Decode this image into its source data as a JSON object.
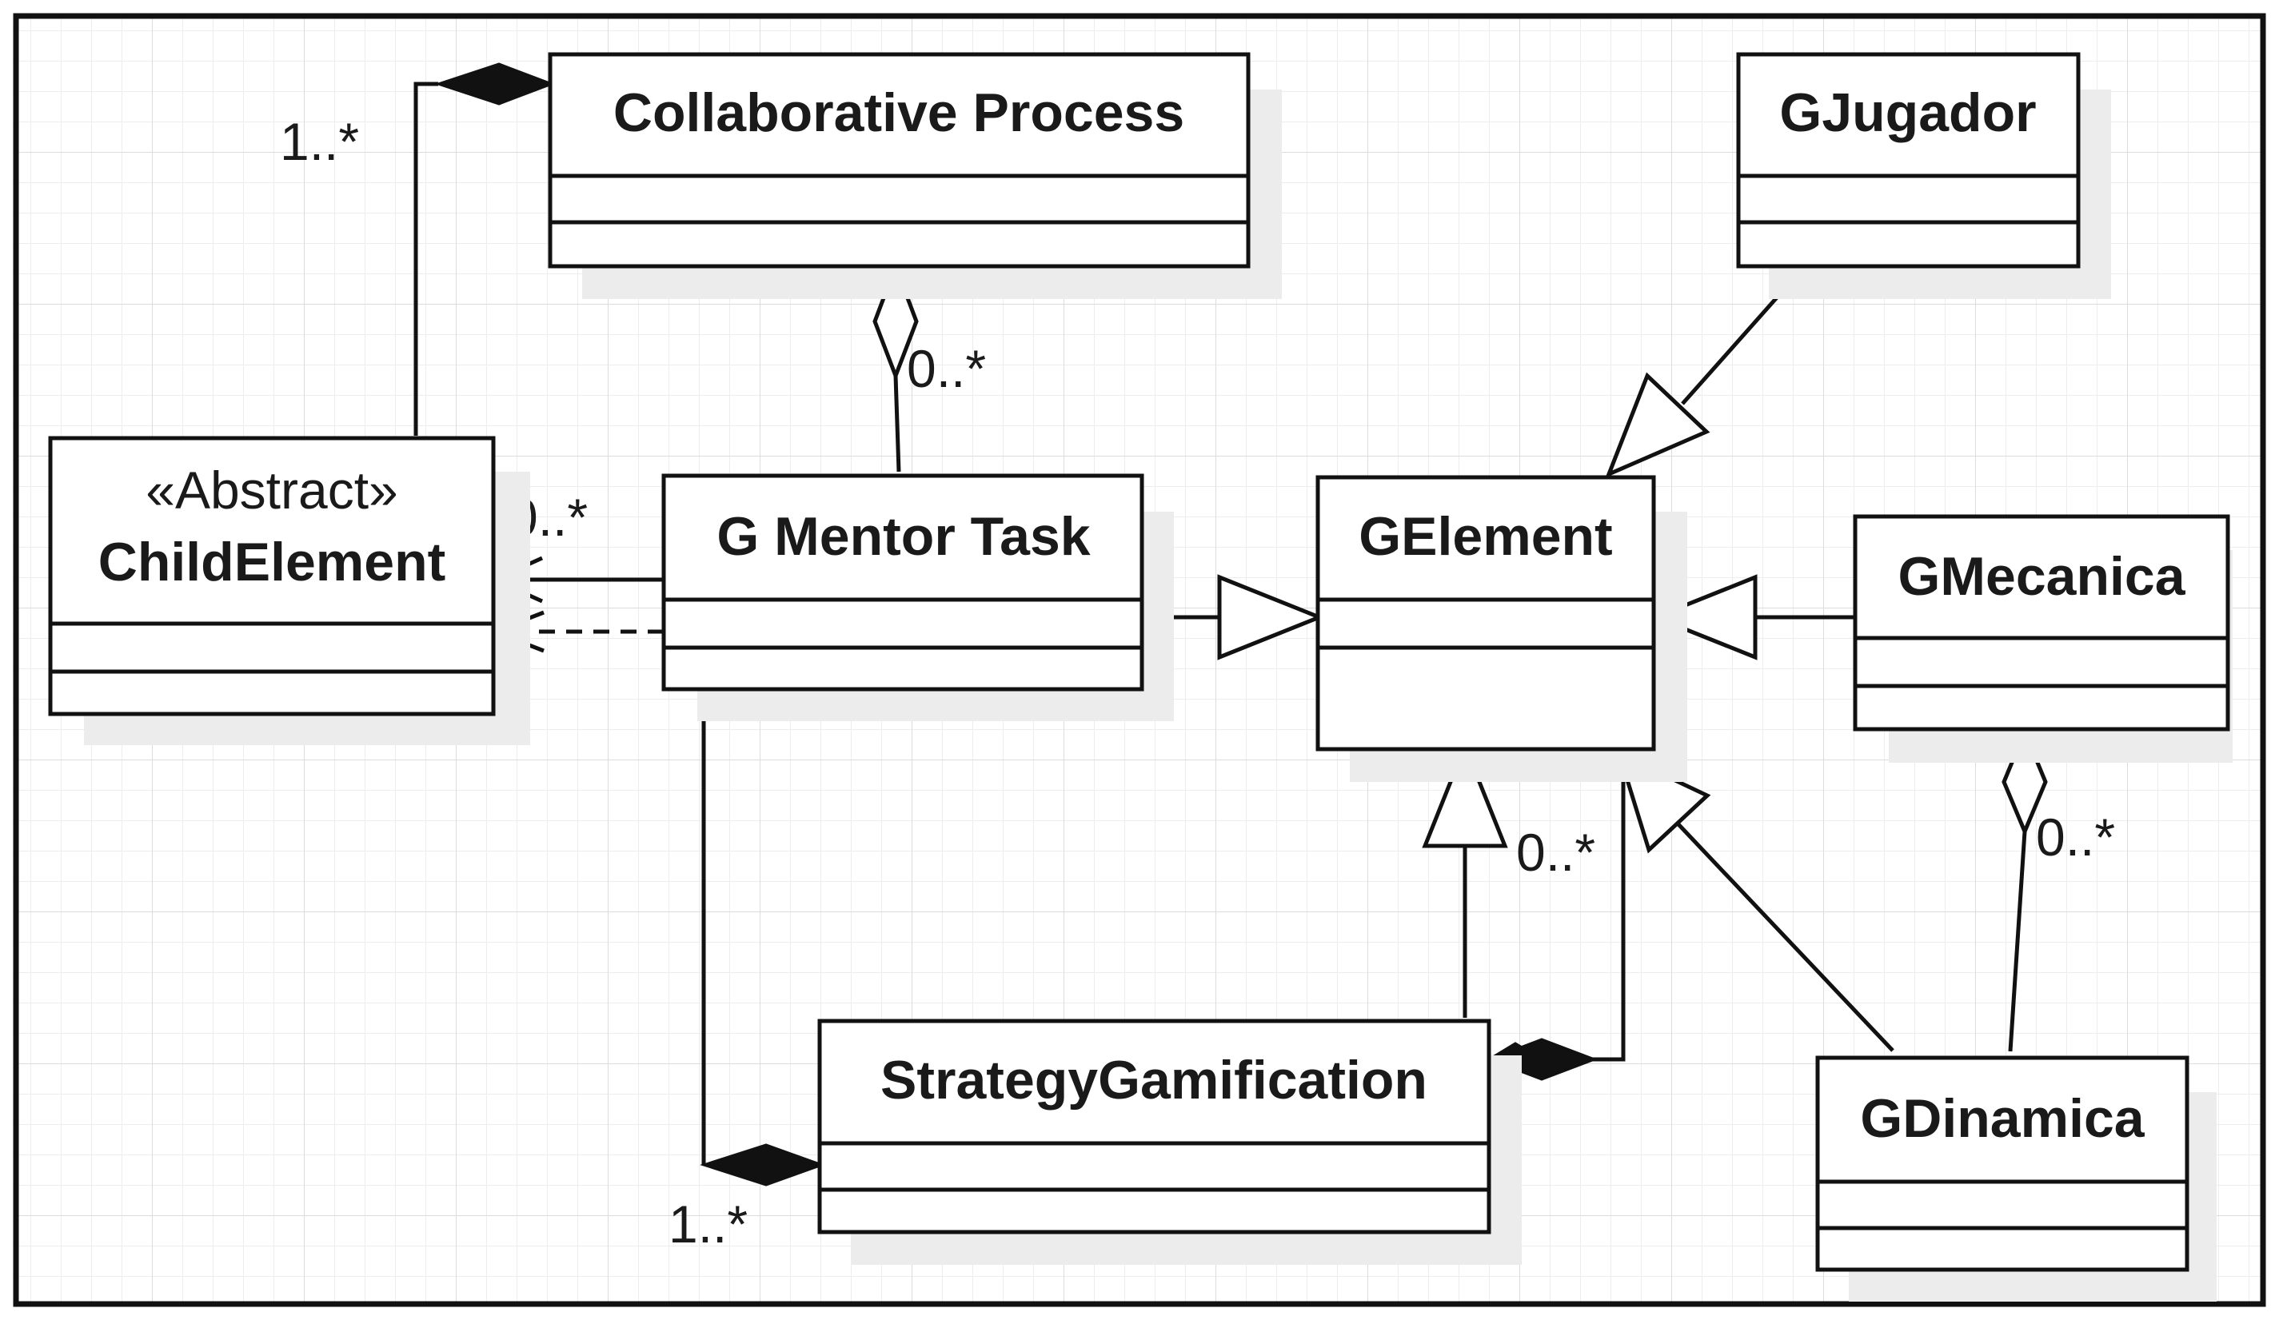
{
  "classes": {
    "collaborative_process": {
      "name": "Collaborative Process"
    },
    "child_element": {
      "stereotype": "«Abstract»",
      "name": "ChildElement"
    },
    "g_mentor_task": {
      "name": "G Mentor Task"
    },
    "g_element": {
      "name": "GElement"
    },
    "g_jugador": {
      "name": "GJugador"
    },
    "g_mecanica": {
      "name": "GMecanica"
    },
    "strategy_gamification": {
      "name": "StrategyGamification"
    },
    "g_dinamica": {
      "name": "GDinamica"
    }
  },
  "multiplicities": {
    "child_to_collab": "1..*",
    "mentor_to_collab": "0..*",
    "mentor_to_child": "0..*",
    "strategy_to_mentor": "1..*",
    "strategy_to_gelement": "0..*",
    "dinamica_to_mecanica": "0..*"
  }
}
